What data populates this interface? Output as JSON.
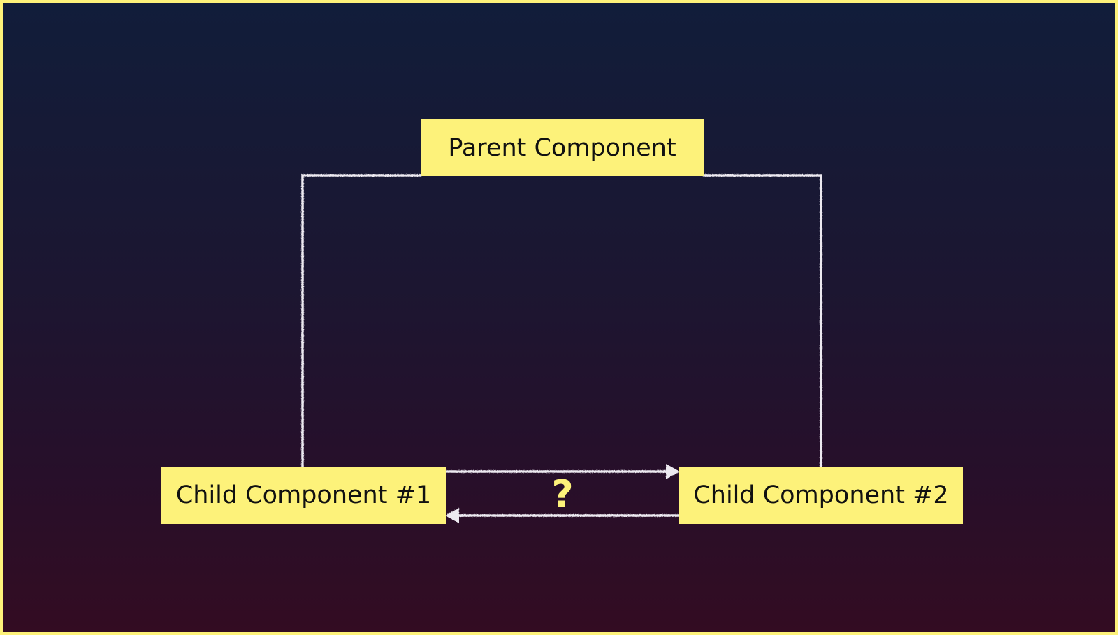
{
  "diagram": {
    "parent_label": "Parent Component",
    "child1_label": "Child Component #1",
    "child2_label": "Child Component #2",
    "question_mark": "?"
  },
  "colors": {
    "border": "#fdf27a",
    "node_fill": "#fdf27a",
    "node_text": "#111111",
    "connector": "#ece9f0",
    "background_top": "#111d3a",
    "background_bottom": "#330c22"
  }
}
